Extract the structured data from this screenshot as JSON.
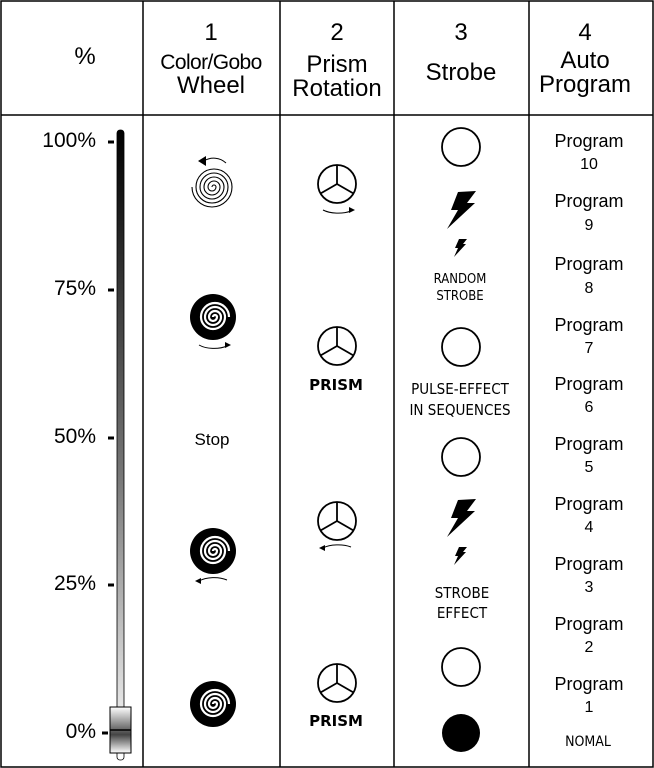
{
  "headers": {
    "percent": "%",
    "col1": {
      "number": "1",
      "line1": "Color/Gobo",
      "line2": "Wheel"
    },
    "col2": {
      "number": "2",
      "line1": "Prism",
      "line2": "Rotation"
    },
    "col3": {
      "number": "3",
      "line1": "Strobe"
    },
    "col4": {
      "number": "4",
      "line1": "Auto",
      "line2": "Program"
    }
  },
  "scale": {
    "p100": "100%",
    "p75": "75%",
    "p50": "50%",
    "p25": "25%",
    "p0": "0%"
  },
  "color_gobo": {
    "stop": "Stop"
  },
  "prism": {
    "label_upper": "PRISM",
    "label_lower": "PRISM"
  },
  "strobe": {
    "random_line1": "RANDOM",
    "random_line2": "STROBE",
    "pulse_line1": "PULSE-EFFECT",
    "pulse_line2": "IN SEQUENCES",
    "effect_line1": "STROBE",
    "effect_line2": "EFFECT"
  },
  "auto_program": {
    "programs": [
      {
        "word": "Program",
        "num": "10"
      },
      {
        "word": "Program",
        "num": "9"
      },
      {
        "word": "Program",
        "num": "8"
      },
      {
        "word": "Program",
        "num": "7"
      },
      {
        "word": "Program",
        "num": "6"
      },
      {
        "word": "Program",
        "num": "5"
      },
      {
        "word": "Program",
        "num": "4"
      },
      {
        "word": "Program",
        "num": "3"
      },
      {
        "word": "Program",
        "num": "2"
      },
      {
        "word": "Program",
        "num": "1"
      }
    ],
    "normal": "NOMAL"
  }
}
